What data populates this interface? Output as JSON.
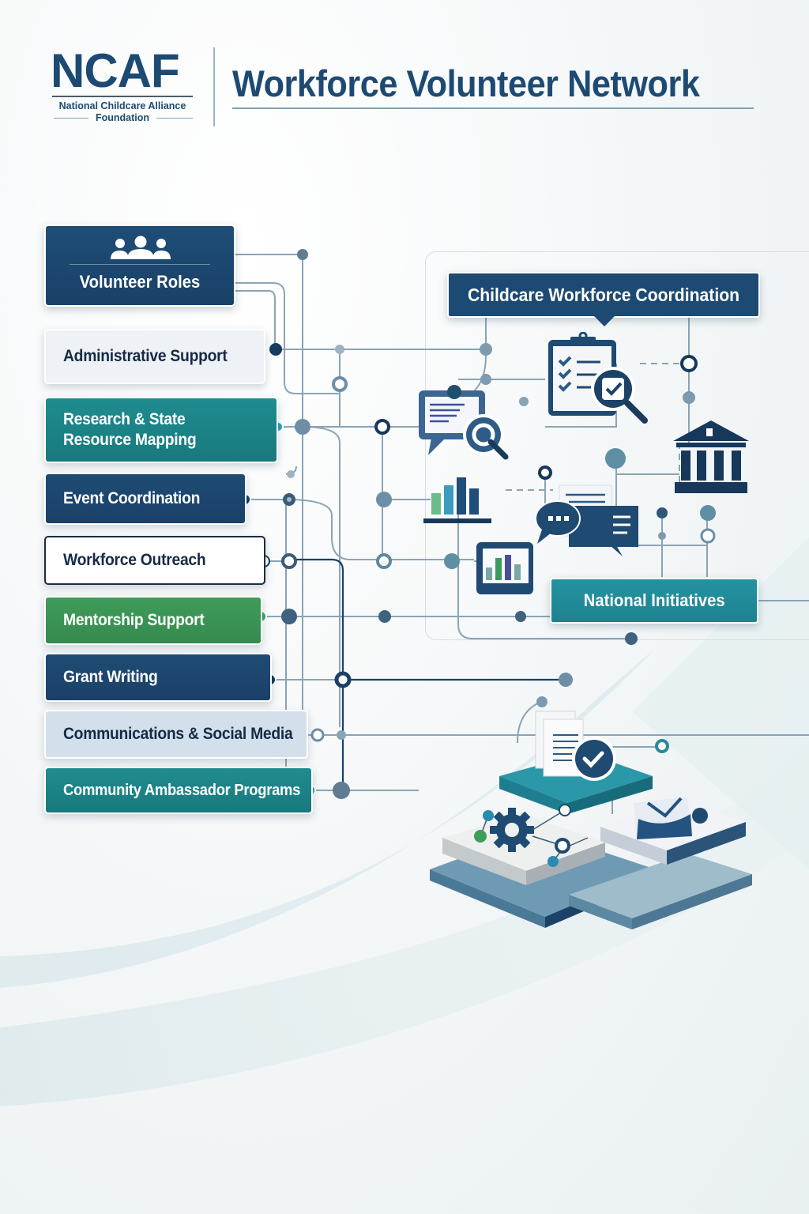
{
  "header": {
    "logo_acronym": "NCAF",
    "logo_line1": "National Childcare Alliance",
    "logo_line2": "Foundation",
    "title": "Workforce Volunteer Network"
  },
  "volunteer_roles": {
    "heading": "Volunteer Roles",
    "heading_icon": "people-group-icon",
    "items": [
      {
        "label": "Administrative Support",
        "style": "light"
      },
      {
        "label": "Research & State",
        "label2": "Resource Mapping",
        "style": "teal"
      },
      {
        "label": "Event Coordination",
        "style": "navy"
      },
      {
        "label": "Workforce Outreach",
        "style": "white"
      },
      {
        "label": "Mentorship Support",
        "style": "green"
      },
      {
        "label": "Grant Writing",
        "style": "navy"
      },
      {
        "label": "Communications & Social Media",
        "style": "pale"
      },
      {
        "label": "Community Ambassador Programs",
        "style": "teal"
      }
    ]
  },
  "hubs": {
    "coordination": "Childcare Workforce Coordination",
    "national": "National Initiatives"
  },
  "icons": [
    "chat-search-icon",
    "clipboard-checklist-icon",
    "magnifier-check-icon",
    "government-building-icon",
    "bar-chart-icon",
    "chat-bubbles-icon",
    "monitor-chart-icon",
    "document-check-icon",
    "gear-network-icon",
    "envelope-icon"
  ],
  "colors": {
    "navy": "#1d4a72",
    "teal": "#1f8c8f",
    "green": "#3f9c5a",
    "pale_blue": "#d3e0ec",
    "connector": "#7d9aae"
  }
}
